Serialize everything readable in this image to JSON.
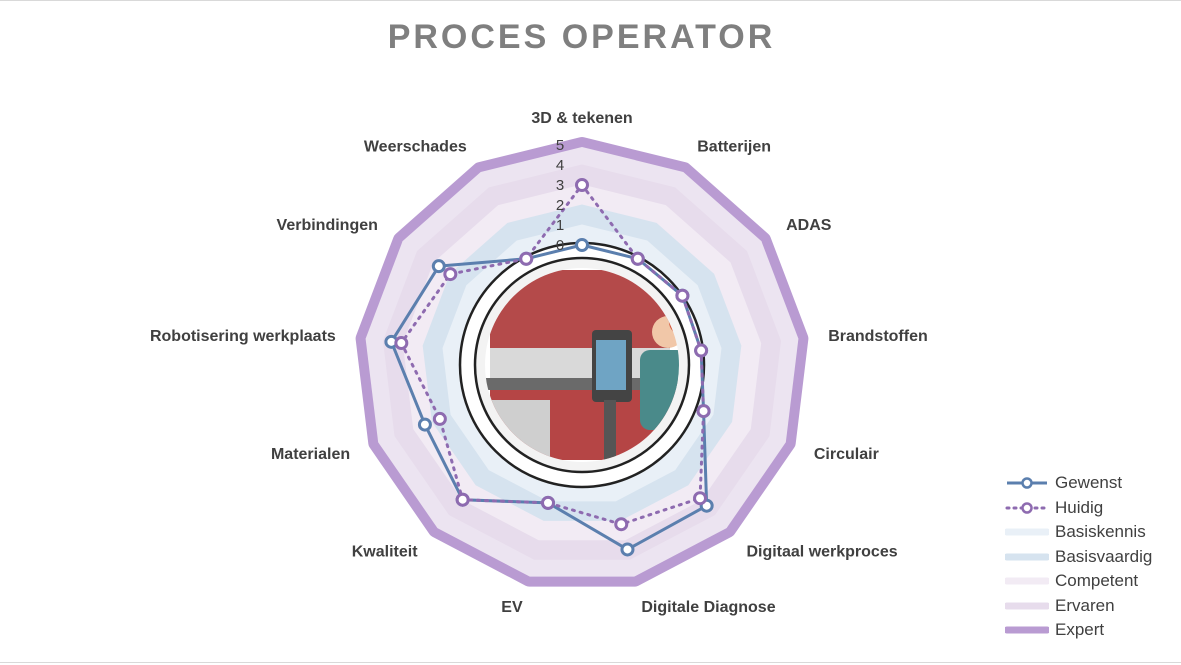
{
  "chart_data": {
    "type": "radar",
    "title": "PROCES OPERATOR",
    "axes": [
      "3D & tekenen",
      "Batterijen",
      "ADAS",
      "Brandstoffen",
      "Circulair",
      "Digitaal werkproces",
      "Digitale Diagnose",
      "EV",
      "Kwaliteit",
      "Materialen",
      "Robotisering werkplaats",
      "Verbindingen",
      "Weerschades"
    ],
    "ticks": [
      "0",
      "1",
      "2",
      "3",
      "4",
      "5"
    ],
    "rlim": [
      0,
      5
    ],
    "series": [
      {
        "name": "Gewenst",
        "style": "line-marker",
        "color": "#5b7fae",
        "values": [
          0,
          0,
          0.1,
          0,
          0.5,
          3.4,
          3.5,
          1.1,
          3.0,
          2.4,
          3.6,
          2.7,
          0
        ]
      },
      {
        "name": "Huidig",
        "style": "dotted-marker",
        "color": "#8e6bb0",
        "values": [
          3,
          0,
          0.1,
          0,
          0.5,
          2.9,
          2.2,
          1.1,
          3.0,
          1.6,
          3.1,
          2.0,
          0
        ]
      },
      {
        "name": "Basiskennis",
        "style": "band",
        "color": "#e9f0f7",
        "values": [
          1,
          1,
          1,
          1,
          1,
          1,
          1,
          1,
          1,
          1,
          1,
          1,
          1
        ]
      },
      {
        "name": "Basisvaardig",
        "style": "band",
        "color": "#d6e3ef",
        "values": [
          2,
          2,
          2,
          2,
          2,
          2,
          2,
          2,
          2,
          2,
          2,
          2,
          2
        ]
      },
      {
        "name": "Competent",
        "style": "band",
        "color": "#f2ebf4",
        "values": [
          3,
          3,
          3,
          3,
          3,
          3,
          3,
          3,
          3,
          3,
          3,
          3,
          3
        ]
      },
      {
        "name": "Ervaren",
        "style": "band",
        "color": "#e7dcec",
        "values": [
          4,
          4,
          4,
          4,
          4,
          4,
          4,
          4,
          4,
          4,
          4,
          4,
          4
        ]
      },
      {
        "name": "Expert",
        "style": "band",
        "color": "#b99bd2",
        "values": [
          5,
          5,
          5,
          5,
          5,
          5,
          5,
          5,
          5,
          5,
          5,
          5,
          5
        ]
      }
    ],
    "legend_position": "bottom-right",
    "grid": true
  }
}
